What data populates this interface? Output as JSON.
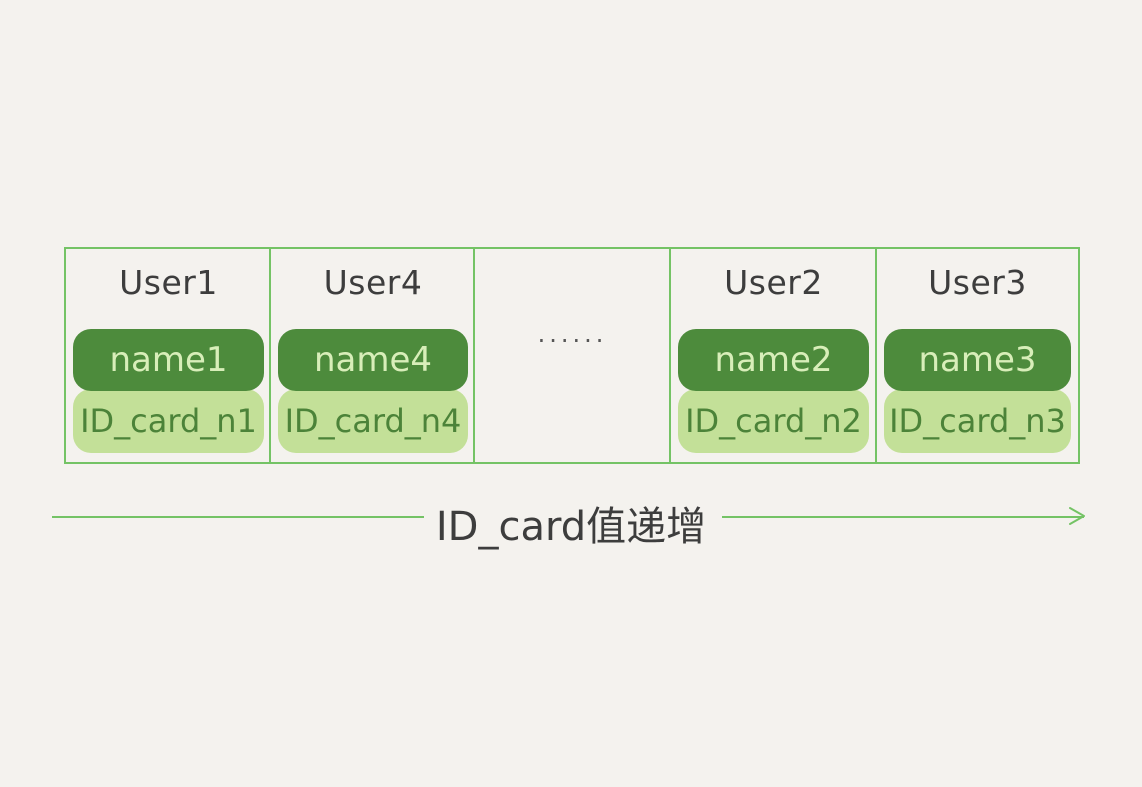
{
  "colors": {
    "background": "#f4f2ee",
    "border": "#74c365",
    "name_pill": "#4d8b3c",
    "id_pill": "#c3e098",
    "name_text": "#d8eeb9",
    "id_text": "#4c8339",
    "label_text": "#3d3d3d"
  },
  "records": [
    {
      "user": "User1",
      "name": "name1",
      "id_card": "ID_card_n1"
    },
    {
      "user": "User4",
      "name": "name4",
      "id_card": "ID_card_n4"
    },
    {
      "ellipsis": "······"
    },
    {
      "user": "User2",
      "name": "name2",
      "id_card": "ID_card_n2"
    },
    {
      "user": "User3",
      "name": "name3",
      "id_card": "ID_card_n3"
    }
  ],
  "axis": {
    "label": "ID_card值递增",
    "direction_icon": "arrow-right-icon"
  }
}
